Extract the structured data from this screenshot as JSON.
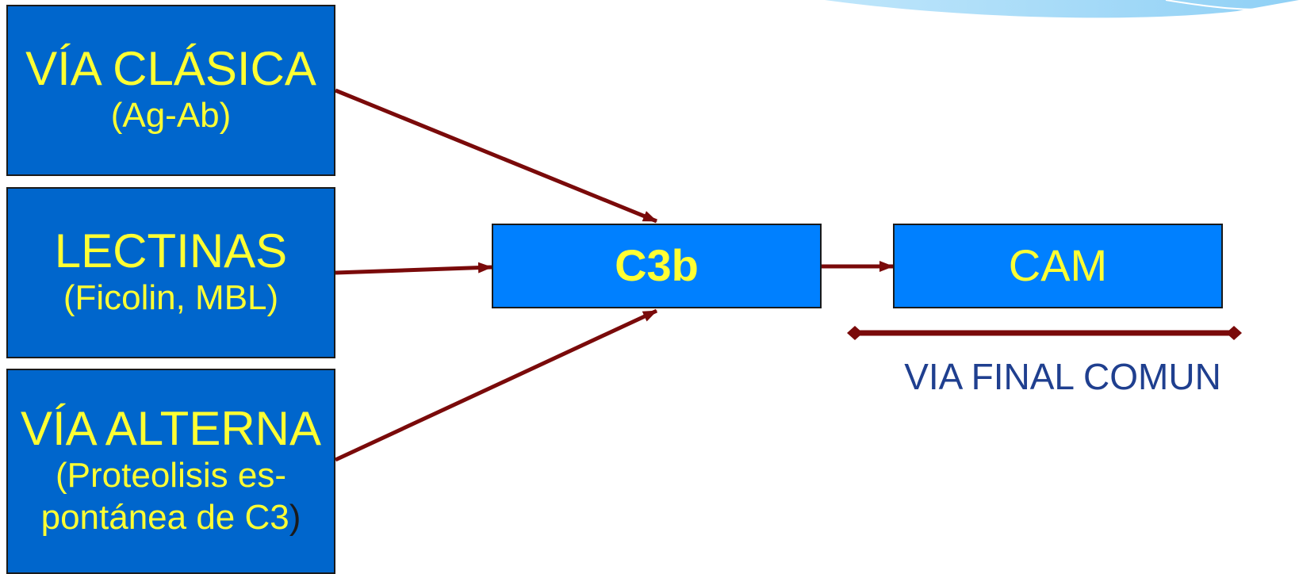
{
  "nodes": {
    "clasica": {
      "title": "VÍA CLÁSICA",
      "sub": "(Ag-Ab)"
    },
    "lectinas": {
      "title": "LECTINAS",
      "sub": "(Ficolin, MBL)"
    },
    "alterna": {
      "title": "VÍA ALTERNA",
      "sub_line1": "(Proteolisis es-",
      "sub_line2": "pontánea de C3",
      "sub_close": ")"
    },
    "c3b": {
      "title": "C3b"
    },
    "cam": {
      "title": "CAM"
    }
  },
  "caption": "VIA FINAL COMUN",
  "colors": {
    "box_fill": "#0066cc",
    "box_fill_light": "#0080ff",
    "box_text": "#ffff33",
    "arrow": "#7a0a0a",
    "caption_text": "#1f3f8f"
  }
}
